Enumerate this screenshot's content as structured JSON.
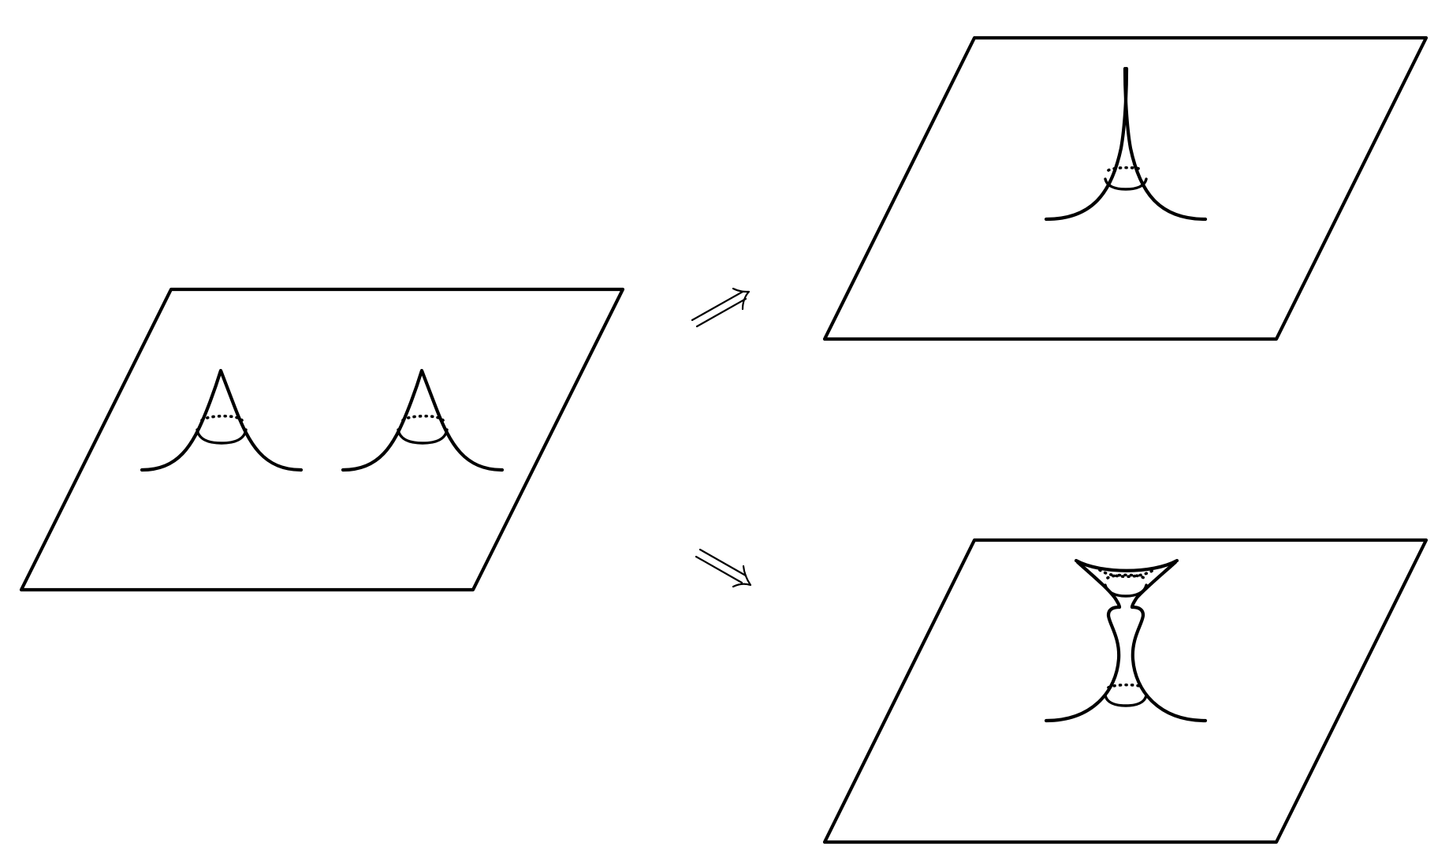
{
  "figure": {
    "colors": {
      "line": "#000000",
      "background": "#ffffff"
    },
    "panels": [
      {
        "name": "initial-plane",
        "content": "two-cones"
      },
      {
        "name": "merged-plane",
        "content": "single-cusp"
      },
      {
        "name": "split-plane",
        "content": "hourglass-neck"
      }
    ],
    "arrows": [
      {
        "name": "arrow-up-right",
        "style": "double-arrow",
        "target": "merged-plane"
      },
      {
        "name": "arrow-down-right",
        "style": "double-arrow",
        "target": "split-plane"
      }
    ]
  }
}
